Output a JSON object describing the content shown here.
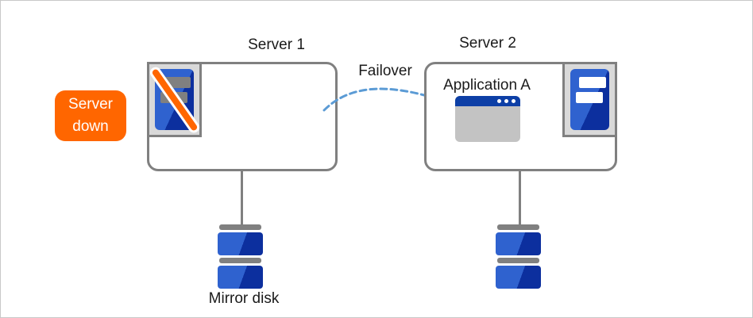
{
  "labels": {
    "server1": "Server 1",
    "server2": "Server 2",
    "failover": "Failover",
    "application": "Application A",
    "mirror_disk": "Mirror disk"
  },
  "badge": {
    "line1": "Server",
    "line2": "down"
  },
  "icons": {
    "server1": "failed-server-icon",
    "server2": "healthy-server-icon",
    "application": "app-window-icon",
    "disk_left": "mirror-disk-icon",
    "disk_right": "mirror-disk-icon",
    "arrow": "failover-dashed-arrow-icon"
  },
  "colors": {
    "badge_orange": "#FF6600",
    "slash_orange": "#FF6600",
    "server_blue_light": "#2F62CF",
    "server_blue_dark": "#0C2F9E",
    "app_titlebar_blue": "#0D3FA6",
    "app_window_gray": "#C3C3C3",
    "frame_gray": "#808080",
    "icon_bg_gray": "#D9D9D9",
    "arrow_blue": "#5B9BD5",
    "text_black": "#1A1A1A",
    "canvas_border_gray": "#C8C8C8"
  }
}
